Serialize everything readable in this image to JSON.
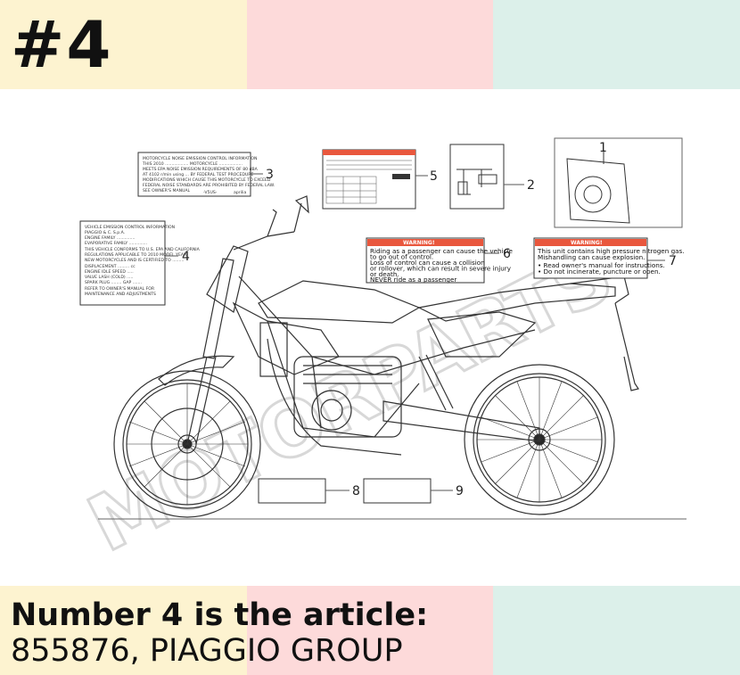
{
  "header": {
    "title": "#4"
  },
  "colors": {
    "band_yellow": "#fdf3d0",
    "band_pink": "#fddada",
    "band_mint": "#dcf0ea",
    "warning_orange": "#e9573d"
  },
  "diagram": {
    "callouts": [
      "1",
      "2",
      "3",
      "4",
      "5",
      "6",
      "7",
      "8",
      "9"
    ],
    "label_3": {
      "lines": [
        "MOTORCYCLE NOISE EMISSION CONTROL INFORMATION",
        "THIS 2010 .................. MOTORCYCLE ..................",
        "MEETS EPA NOISE EMISSION REQUIREMENTS OF 80 dBA",
        "AT 4102 r/min using ... BY FEDERAL TEST PROCEDURE",
        "MODIFICATIONS WHICH CAUSE THIS MOTORCYCLE TO EXCEED",
        "FEDERAL NOISE STANDARDS ARE PROHIBITED BY FEDERAL LAW.",
        "SEE OWNER'S MANUAL"
      ],
      "code": "-V5US-",
      "brand": "aprilia"
    },
    "label_4": {
      "lines": [
        "VEHICLE EMISSION CONTROL INFORMATION",
        "PIAGGIO & C. S.p.A.",
        "ENGINE FAMILY ..............",
        "EVAPORATIVE FAMILY ..............",
        "THIS VEHICLE CONFORMS TO U.S. EPA AND CALIFORNIA",
        "REGULATIONS APPLICABLE TO 2010 MODEL YEAR",
        "NEW MOTORCYCLES AND IS CERTIFIED TO .........",
        "DISPLACEMENT ......... cc",
        "ENGINE IDLE SPEED .....",
        "VALVE LASH (COLD) .....",
        "SPARK PLUG ........ GAP .......",
        "REFER TO OWNER'S MANUAL FOR",
        "MAINTENANCE AND ADJUSTMENTS"
      ]
    },
    "label_6": {
      "title": "WARNING!",
      "lines": [
        "Riding as a passenger can cause the vehicle",
        "to go out of control.",
        "Loss of control can cause a collision",
        "or rollover, which can result in severe injury",
        "or death.",
        "NEVER ride as a passenger"
      ]
    },
    "label_7": {
      "title": "WARNING!",
      "lines": [
        "This unit contains high pressure nitrogen gas.",
        "Mishandling can cause explosion.",
        "• Read owner's manual for instructions.",
        "• Do not incinerate, puncture or open."
      ]
    },
    "watermark": "MOTORPARTS"
  },
  "footer": {
    "line1": "Number 4 is the article:",
    "line2": "855876, PIAGGIO GROUP"
  }
}
